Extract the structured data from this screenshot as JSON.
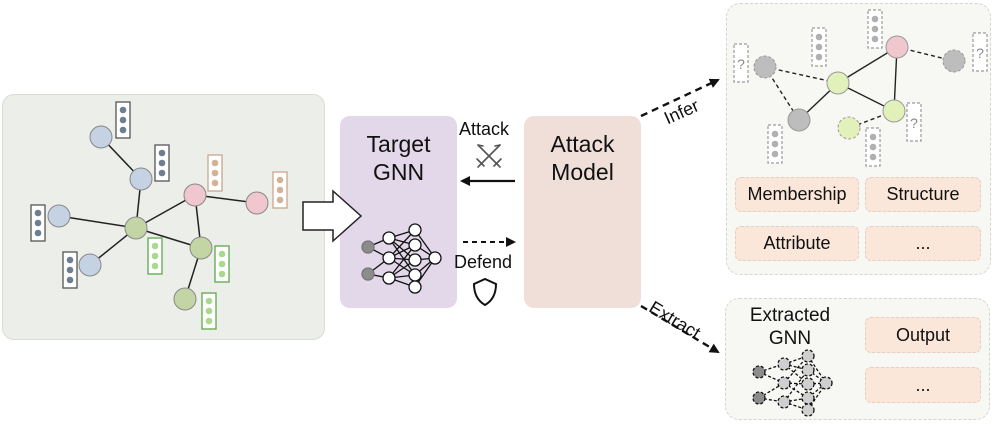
{
  "target": {
    "line1": "Target",
    "line2": "GNN"
  },
  "attack_model": {
    "line1": "Attack",
    "line2": "Model"
  },
  "arrows": {
    "attack": "Attack",
    "defend": "Defend",
    "infer": "Infer",
    "extract": "Extract"
  },
  "infer_panel": {
    "unknown_mark": "?",
    "targets": [
      "Membership",
      "Structure",
      "Attribute",
      "..."
    ]
  },
  "extract_panel": {
    "title_line1": "Extracted",
    "title_line2": "GNN",
    "outputs": [
      "Output",
      "..."
    ]
  },
  "colors": {
    "blue_node": "#c4d2e3",
    "green_node": "#c3d5a4",
    "pink_node": "#f0c7cf",
    "gray_node": "#bdbdbd",
    "yellow_green_node": "#e2f1b9",
    "target_fill": "#e3d7ea",
    "attack_fill": "#f0dfd8",
    "pill_fill": "#fbe7da"
  }
}
